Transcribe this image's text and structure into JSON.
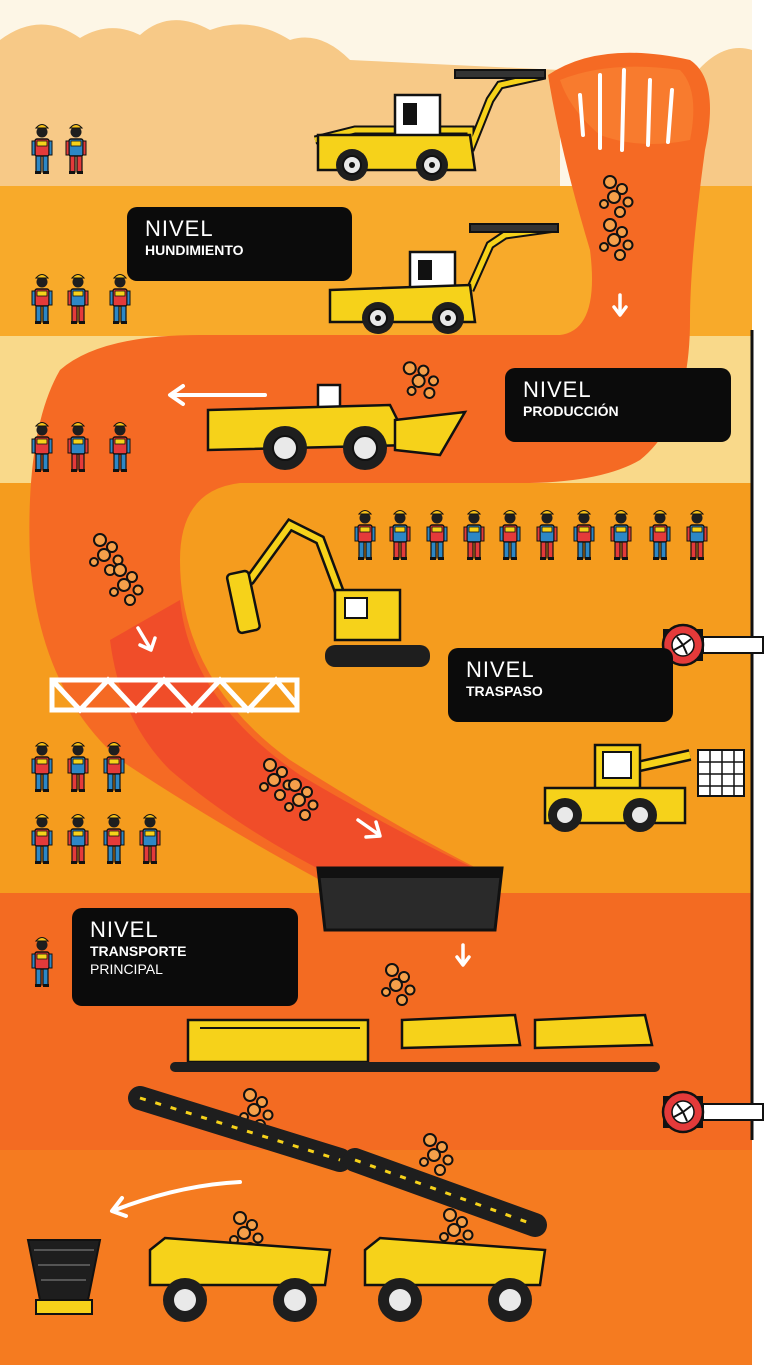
{
  "levels": [
    {
      "id": "hundimiento",
      "title": "NIVEL",
      "subtitle": "HUNDIMIENTO",
      "subtitle2": ""
    },
    {
      "id": "produccion",
      "title": "NIVEL",
      "subtitle": "PRODUCCIÓN",
      "subtitle2": ""
    },
    {
      "id": "traspaso",
      "title": "NIVEL",
      "subtitle": "TRASPASO",
      "subtitle2": ""
    },
    {
      "id": "transporte",
      "title": "NIVEL",
      "subtitle": "TRANSPORTE",
      "subtitle2": "PRINCIPAL"
    }
  ],
  "colors": {
    "sky": "#fdf6e6",
    "cloud": "#f7c987",
    "band_light": "#f9d98a",
    "band_mid": "#f8aa2a",
    "band_deep": "#f59c1e",
    "ore_flow": "#f56a24",
    "ore_flow_deep": "#ef4a2a",
    "bottom": "#f36b22",
    "machine_yellow": "#f6d21a",
    "label_bg": "#0b0b0b",
    "worker_red": "#e43a3a",
    "worker_blue": "#2d87c5"
  },
  "icons": [
    "worker-icon",
    "drill-jumbo-icon",
    "loader-icon",
    "rock-breaker-icon",
    "telehandler-icon",
    "ore-train-icon",
    "conveyor-icon",
    "haul-truck-icon",
    "ventilation-fan-icon",
    "crusher-bin-icon",
    "rock-pile-icon",
    "flow-arrow-icon"
  ]
}
